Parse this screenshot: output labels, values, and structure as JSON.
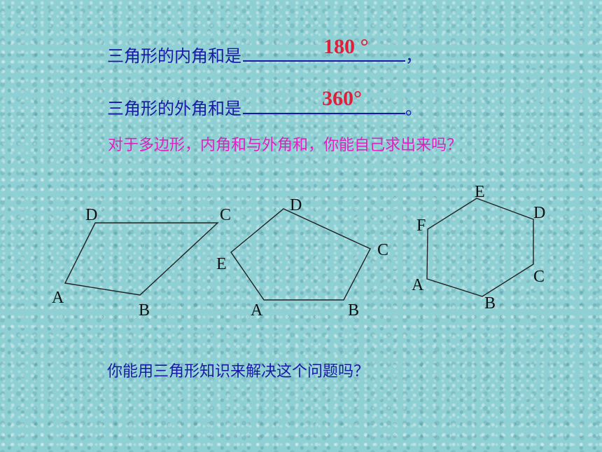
{
  "line1": {
    "text": "三角形的内角和是",
    "answer": "180 °",
    "punct": "，"
  },
  "line2": {
    "text": "三角形的外角和是",
    "answer": "360°",
    "punct": "。"
  },
  "question": "对于多边形，内角和与外角和，你能自己求出来吗？",
  "closing": "你能用三角形知识来解决这个问题吗？",
  "figures": {
    "quadrilateral": {
      "labels": [
        "A",
        "B",
        "C",
        "D"
      ]
    },
    "pentagon": {
      "labels": [
        "A",
        "B",
        "C",
        "D",
        "E"
      ]
    },
    "hexagon": {
      "labels": [
        "A",
        "B",
        "C",
        "D",
        "E",
        "F"
      ]
    }
  },
  "colors": {
    "text": "#1a1aa8",
    "answer": "#e0203a",
    "question": "#e020c0"
  }
}
